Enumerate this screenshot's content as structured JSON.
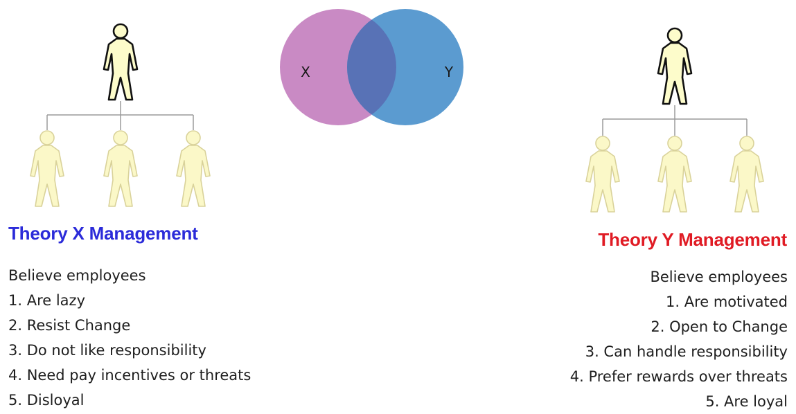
{
  "colors": {
    "theory_x_heading": "#2b2bd9",
    "theory_y_heading": "#e01b24",
    "venn_x": "#c98ac4",
    "venn_y": "#5b9bd0",
    "venn_overlap": "#5872b6",
    "manager_fill": "#fdfccb",
    "employee_fill": "#fbf8c8",
    "outline": "#111111"
  },
  "icons": {
    "manager": "person-icon",
    "employee": "person-icon"
  },
  "venn": {
    "left_label": "X",
    "right_label": "Y"
  },
  "theory_x": {
    "heading": "Theory X Management",
    "intro": "Believe employees",
    "items": [
      "1. Are lazy",
      "2. Resist Change",
      "3. Do not like responsibility",
      "4. Need pay incentives or threats",
      "5. Disloyal"
    ]
  },
  "theory_y": {
    "heading": "Theory Y Management",
    "intro": "Believe employees",
    "items": [
      "1. Are motivated",
      "2. Open to Change",
      "3. Can handle responsibility",
      "4. Prefer rewards over threats",
      "5. Are loyal"
    ]
  }
}
